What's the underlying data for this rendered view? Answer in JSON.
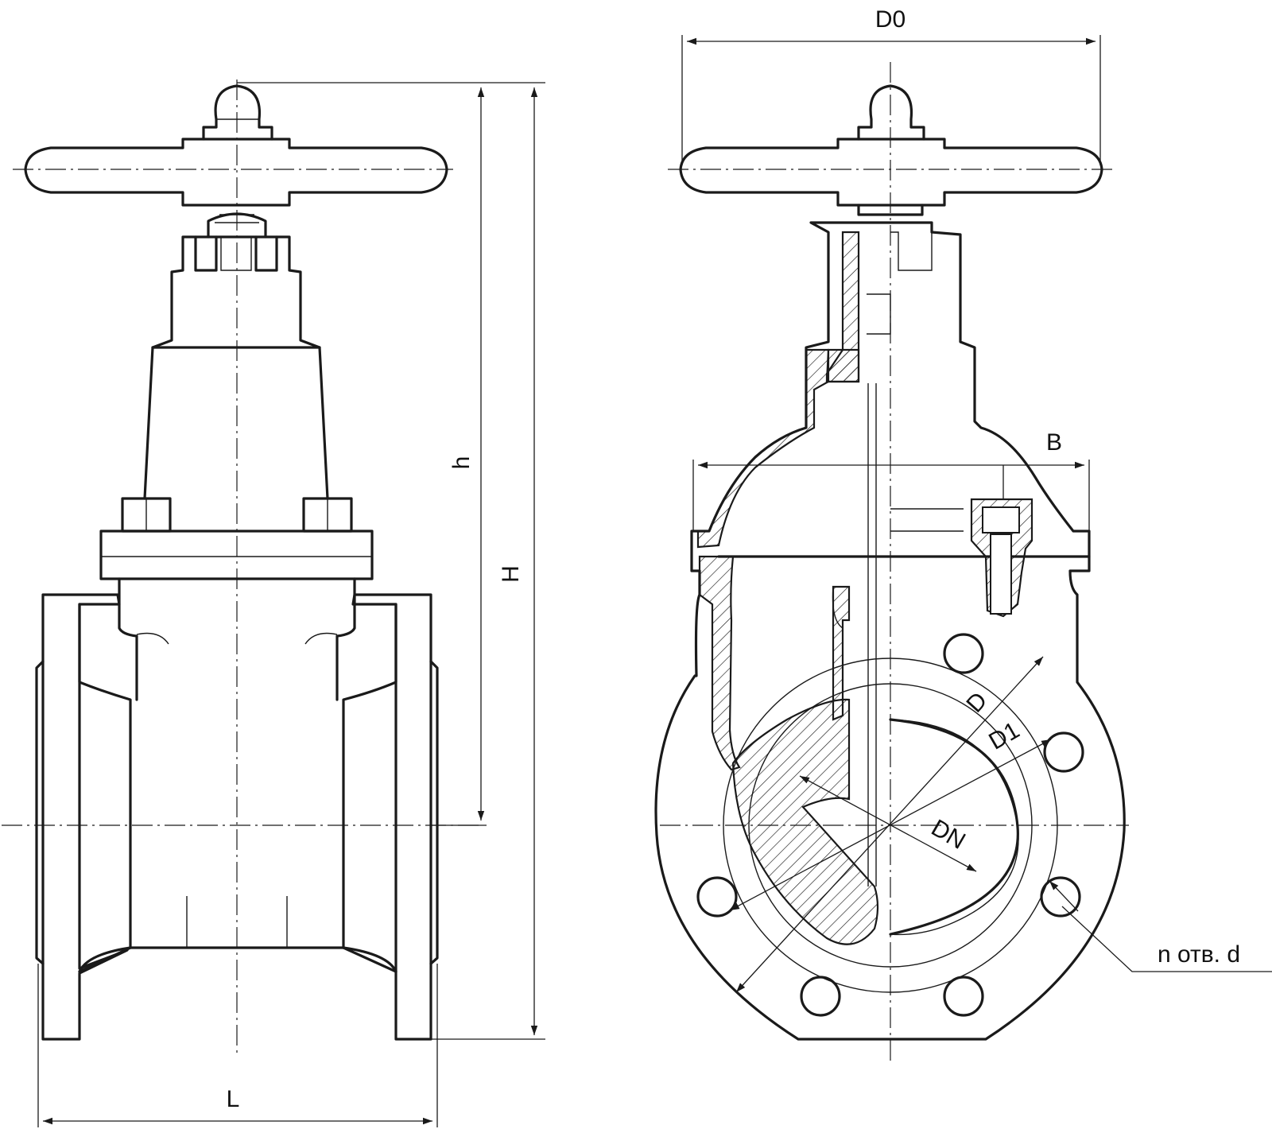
{
  "labels": {
    "D0": "D0",
    "h": "h",
    "H": "H",
    "L": "L",
    "B": "B",
    "D": "D",
    "D1": "D1",
    "DN": "DN",
    "holes": "n отв. d"
  },
  "colors": {
    "line": "#1a1a1a",
    "background": "#ffffff"
  }
}
